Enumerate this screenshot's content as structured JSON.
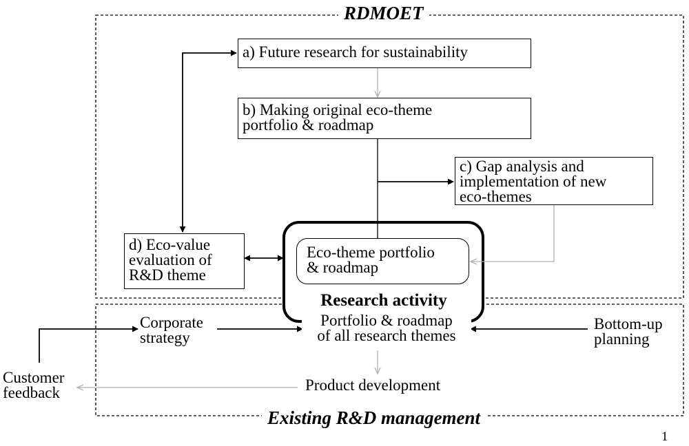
{
  "frames": {
    "rdmoet_title": "RDMOET",
    "existing_title": "Existing R&D management"
  },
  "boxes": {
    "a": "a) Future research for sustainability",
    "b": "b) Making original eco-theme\nportfolio & roadmap",
    "c": "c) Gap analysis and\nimplementation of new\neco-themes",
    "d": "d) Eco-value\nevaluation of\nR&D theme",
    "eco_portfolio": "Eco-theme portfolio\n& roadmap"
  },
  "labels": {
    "research_activity": "Research activity",
    "all_themes": "Portfolio & roadmap\nof all research themes",
    "corporate_strategy": "Corporate\nstrategy",
    "bottom_up": "Bottom-up\nplanning",
    "customer_feedback": "Customer\nfeedback",
    "product_development": "Product development",
    "page_number": "1"
  },
  "colors": {
    "line": "#000000",
    "grey_arrow": "#b0b0b0"
  }
}
